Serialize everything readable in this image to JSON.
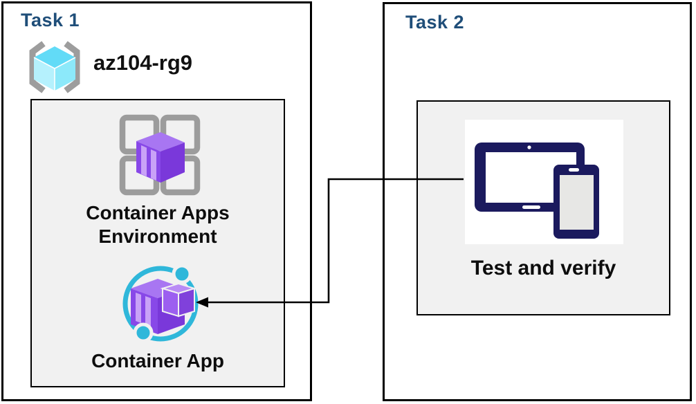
{
  "task1": {
    "title": "Task 1",
    "resource_group": "az104-rg9",
    "nodes": [
      {
        "label": "Container Apps Environment",
        "icon": "container-apps-environment-icon"
      },
      {
        "label": "Container App",
        "icon": "container-app-icon"
      }
    ]
  },
  "task2": {
    "title": "Task 2",
    "nodes": [
      {
        "label": "Test and verify",
        "icon": "devices-icon"
      }
    ]
  },
  "connector": {
    "from": "test-and-verify",
    "to": "container-app",
    "style": "elbow-arrow"
  },
  "colors": {
    "task_title": "#1f4e79",
    "panel_bg": "#f1f1f1",
    "outline": "#000000",
    "purple": "#8848e8",
    "cyan": "#2fb7da",
    "navy": "#1b1a5e"
  }
}
